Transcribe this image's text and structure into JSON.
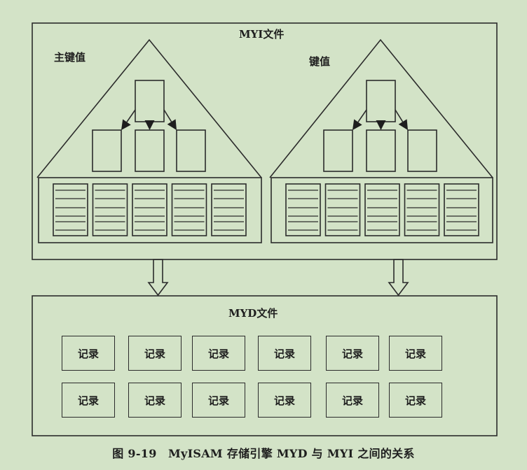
{
  "myi_file": {
    "title": "MYI文件",
    "indexes": [
      {
        "name": "primary-key-index",
        "label": "主键值",
        "leaf_pages": 5,
        "internal_nodes": {
          "root": 1,
          "children": 3
        }
      },
      {
        "name": "secondary-key-index",
        "label": "键值",
        "leaf_pages": 5,
        "internal_nodes": {
          "root": 1,
          "children": 3
        }
      }
    ]
  },
  "myd_file": {
    "title": "MYD文件",
    "rows": [
      [
        "记录",
        "记录",
        "记录",
        "记录",
        "记录",
        "记录"
      ],
      [
        "记录",
        "记录",
        "记录",
        "记录",
        "记录",
        "记录"
      ]
    ]
  },
  "caption": "图 9-19　MyISAM 存储引擎 MYD 与 MYI 之间的关系",
  "colors": {
    "background": "#d3e3c7",
    "line": "#2b2b2b"
  }
}
